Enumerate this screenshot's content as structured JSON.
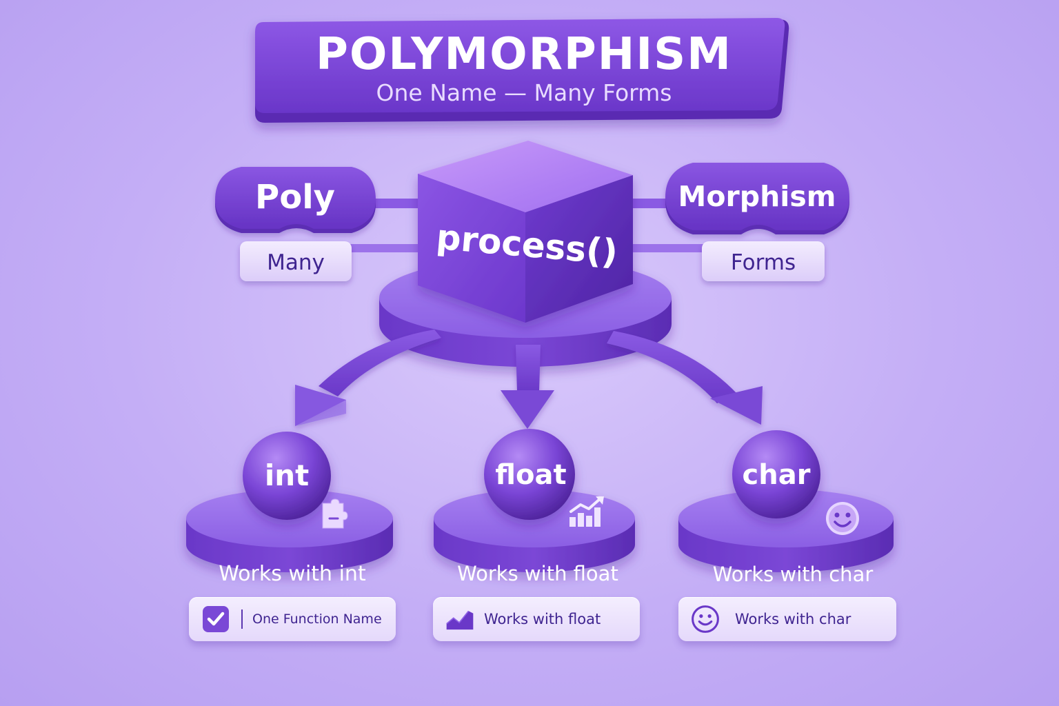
{
  "title": "POLYMORPHISM",
  "subtitle": "One Name — Many Forms",
  "center": {
    "function_name": "process()"
  },
  "etymology": {
    "left": {
      "word": "Poly",
      "meaning": "Many"
    },
    "right": {
      "word": "Morphism",
      "meaning": "Forms"
    }
  },
  "forms": [
    {
      "type": "int",
      "caption": "Works with int",
      "card_text": "One Function Name",
      "icon": "puzzle-piece-icon"
    },
    {
      "type": "float",
      "caption": "Works with float",
      "card_text": "Works with float",
      "icon": "bar-chart-up-icon"
    },
    {
      "type": "char",
      "caption": "Works with char",
      "card_text": "Works with char",
      "icon": "smiley-face-icon"
    }
  ],
  "card_icons": [
    "checkbox-icon",
    "area-chart-icon",
    "smiley-outline-icon"
  ],
  "colors": {
    "background": "#c4aef6",
    "primary": "#7a46d6",
    "primary_dark": "#4d2499",
    "light_card": "#ece3fd",
    "text_light": "#ffffff",
    "text_dark": "#3f2490"
  }
}
